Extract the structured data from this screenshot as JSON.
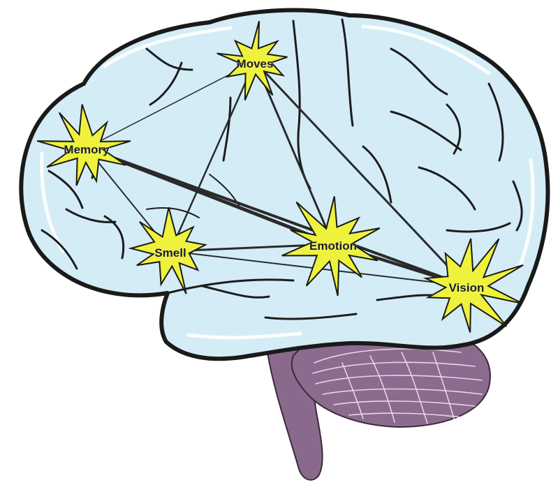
{
  "diagram": {
    "nodes": [
      {
        "id": "moves",
        "label": "Moves"
      },
      {
        "id": "memory",
        "label": "Memory"
      },
      {
        "id": "smell",
        "label": "Smell"
      },
      {
        "id": "emotion",
        "label": "Emotion"
      },
      {
        "id": "vision",
        "label": "Vision"
      }
    ],
    "connections": [
      {
        "from": "moves",
        "to": "memory"
      },
      {
        "from": "moves",
        "to": "smell"
      },
      {
        "from": "moves",
        "to": "emotion"
      },
      {
        "from": "moves",
        "to": "vision"
      },
      {
        "from": "memory",
        "to": "smell"
      },
      {
        "from": "memory",
        "to": "emotion"
      },
      {
        "from": "memory",
        "to": "vision"
      },
      {
        "from": "smell",
        "to": "emotion"
      },
      {
        "from": "smell",
        "to": "vision"
      },
      {
        "from": "emotion",
        "to": "vision"
      }
    ],
    "colors": {
      "brain_fill": "#d4ecf6",
      "brain_outline": "#1a1a1a",
      "star_fill": "#eef23c",
      "star_stroke": "#1a1a1a",
      "connection": "#2a2a2a",
      "cerebellum": "#8b6b8e",
      "brainstem": "#8a6a8c"
    }
  }
}
